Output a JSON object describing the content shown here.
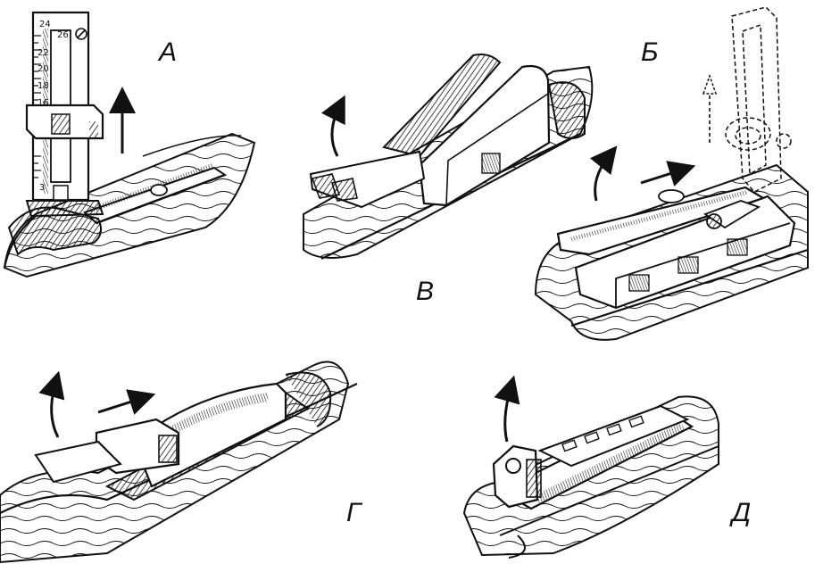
{
  "figure": {
    "panels": [
      {
        "id": "a",
        "label": "А",
        "scale_marks": [
          "24",
          "26",
          "22",
          "20",
          "18",
          "16",
          "3"
        ]
      },
      {
        "id": "b",
        "label": "Б"
      },
      {
        "id": "v",
        "label": "В"
      },
      {
        "id": "g",
        "label": "Г"
      },
      {
        "id": "d",
        "label": "Д"
      }
    ]
  }
}
